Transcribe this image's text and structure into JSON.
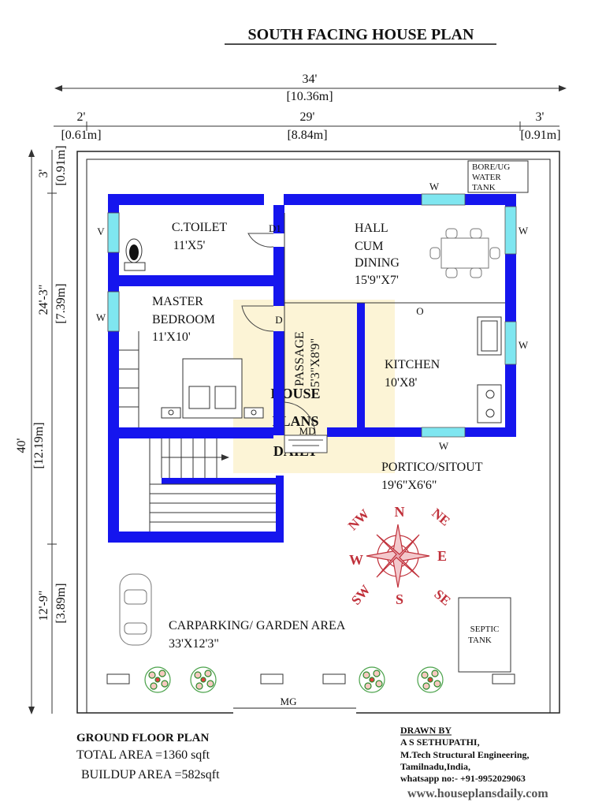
{
  "title": "SOUTH FACING HOUSE PLAN",
  "dimensions": {
    "top_total": "34'",
    "top_total_m": "[10.36m]",
    "top_left": "2'",
    "top_left_m": "[0.61m]",
    "top_mid": "29'",
    "top_mid_m": "[8.84m]",
    "top_right": "3'",
    "top_right_m": "[0.91m]",
    "left_total": "40'",
    "left_total_m": "[12.19m]",
    "left_top": "3'",
    "left_top_m": "[0.91m]",
    "left_mid": "24'-3\"",
    "left_mid_m": "[7.39m]",
    "left_bottom": "12'-9\"",
    "left_bottom_m": "[3.89m]"
  },
  "rooms": {
    "toilet_name": "C.TOILET",
    "toilet_size": "11'X5'",
    "hall_line1": "HALL",
    "hall_line2": "CUM",
    "hall_line3": "DINING",
    "hall_size": "15'9\"X7'",
    "bedroom_line1": "MASTER",
    "bedroom_line2": "BEDROOM",
    "bedroom_size": "11'X10'",
    "passage_name": "PASSAGE",
    "passage_size": "5'3\"X8'9\"",
    "kitchen_name": "KITCHEN",
    "kitchen_size": "10'X8'",
    "portico_name": "PORTICO/SITOUT",
    "portico_size": "19'6\"X6'6\"",
    "car_name": "CARPARKING/ GARDEN AREA",
    "car_size": "33'X12'3\"",
    "septic_line1": "SEPTIC",
    "septic_line2": "TANK",
    "bore_line1": "BORE/UG",
    "bore_line2": "WATER",
    "bore_line3": "TANK"
  },
  "openings": {
    "window": "W",
    "ventilator": "V",
    "door1": "D1",
    "door": "D",
    "main_door": "MD",
    "opening": "O",
    "main_gate": "MG"
  },
  "compass": {
    "n": "N",
    "s": "S",
    "e": "E",
    "w": "W",
    "ne": "NE",
    "nw": "NW",
    "se": "SE",
    "sw": "SW"
  },
  "watermark": {
    "line1": "HOUSE",
    "line2": "PLANS",
    "line3": "DAILY"
  },
  "footer": {
    "plan_title": "GROUND FLOOR PLAN",
    "total_area": "TOTAL AREA =1360 sqft",
    "buildup_area": "BUILDUP AREA =582sqft",
    "drawn_by": "DRAWN BY",
    "name": "A S SETHUPATHI,",
    "qualification": "M.Tech Structural Engineering,",
    "location": "Tamilnadu,India,",
    "whatsapp": "whatsapp no:- +91-9952029063",
    "website": "www.houseplansdaily.com"
  },
  "colors": {
    "wall": "#1515ee",
    "window": "#7fe6f0",
    "compass": "#c0303a",
    "watermark": "#fbf0c8"
  }
}
